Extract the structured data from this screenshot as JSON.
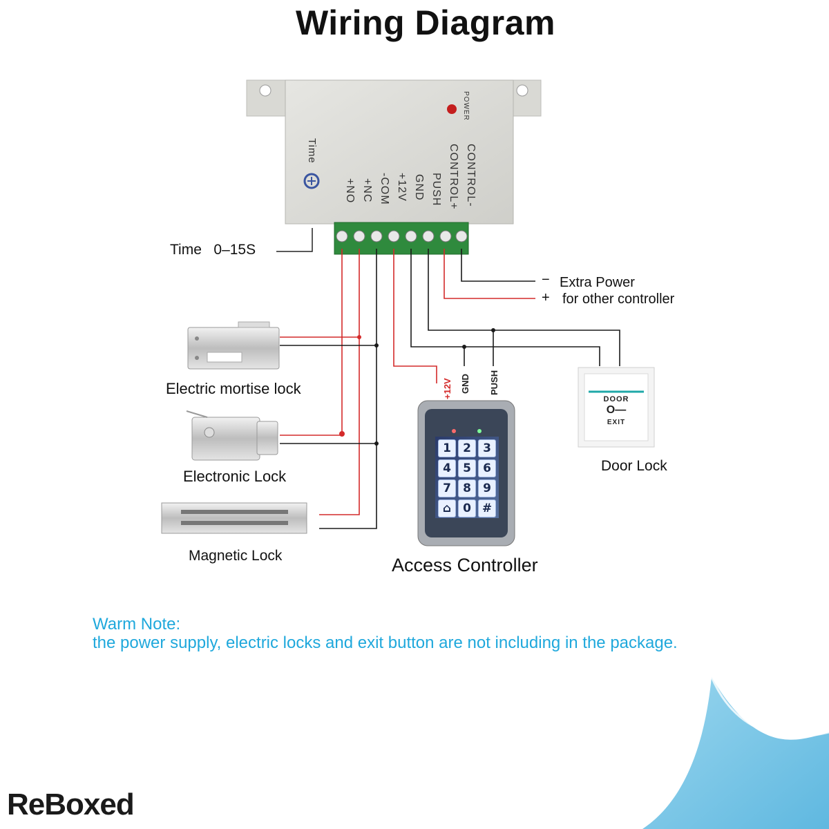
{
  "title": "Wiring Diagram",
  "controller": {
    "power_label": "POWER",
    "time_label": "Time",
    "terminals": [
      "CONTROL-",
      "CONTROL+",
      "PUSH",
      "GND",
      "+12V",
      "-COM",
      "+NC",
      "+NO"
    ]
  },
  "time_range_label": "Time   0–15S",
  "extra_power": {
    "minus": "−",
    "plus": "+",
    "line1": "Extra Power",
    "line2": "for other controller"
  },
  "devices": {
    "mortise": "Electric mortise lock",
    "electronic": "Electronic Lock",
    "magnetic": "Magnetic Lock",
    "access": "Access Controller",
    "door": "Door Lock"
  },
  "keypad": {
    "wire_labels": [
      "+12V",
      "GND",
      "PUSH"
    ],
    "keys": [
      "1",
      "2",
      "3",
      "4",
      "5",
      "6",
      "7",
      "8",
      "9",
      "⌂",
      "0",
      "#"
    ]
  },
  "exit_button": {
    "top": "DOOR",
    "key": "O—",
    "bottom": "EXIT"
  },
  "note": {
    "line1": "Warm Note:",
    "line2": "the power supply, electric locks and exit button are not including in the package."
  },
  "brand": "ReBoxed",
  "colors": {
    "red_wire": "#d42a2a",
    "black_wire": "#1a1a1a",
    "note": "#1fa8dc",
    "corner": "#7cc6e6"
  }
}
